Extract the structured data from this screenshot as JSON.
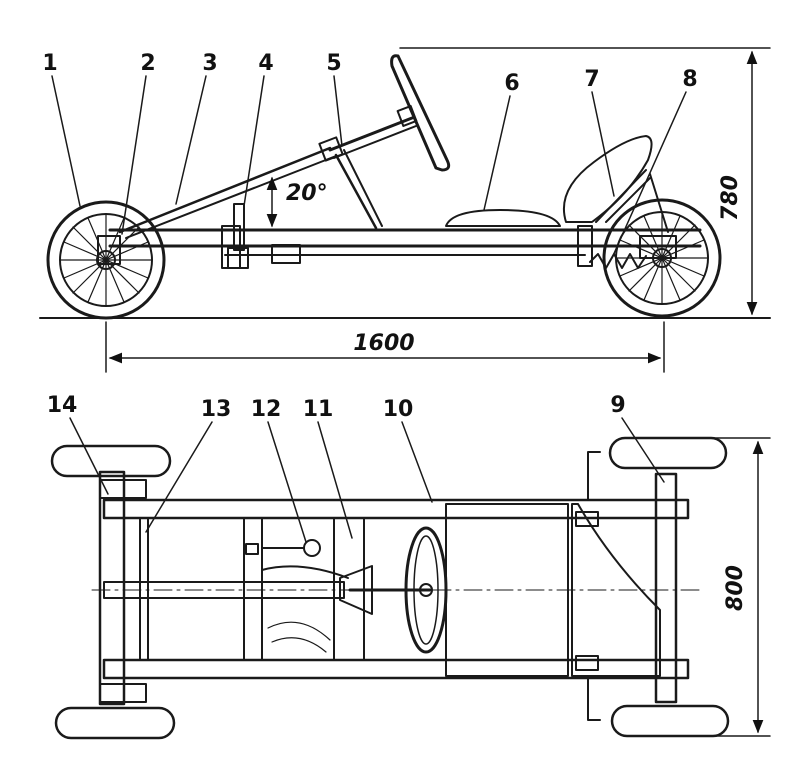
{
  "side_view": {
    "callouts": [
      "1",
      "2",
      "3",
      "4",
      "5",
      "6",
      "7",
      "8"
    ],
    "angle": "20°",
    "wheelbase": "1600",
    "height": "780"
  },
  "top_view": {
    "callouts": [
      "14",
      "13",
      "12",
      "11",
      "10",
      "9"
    ],
    "track": "800"
  }
}
